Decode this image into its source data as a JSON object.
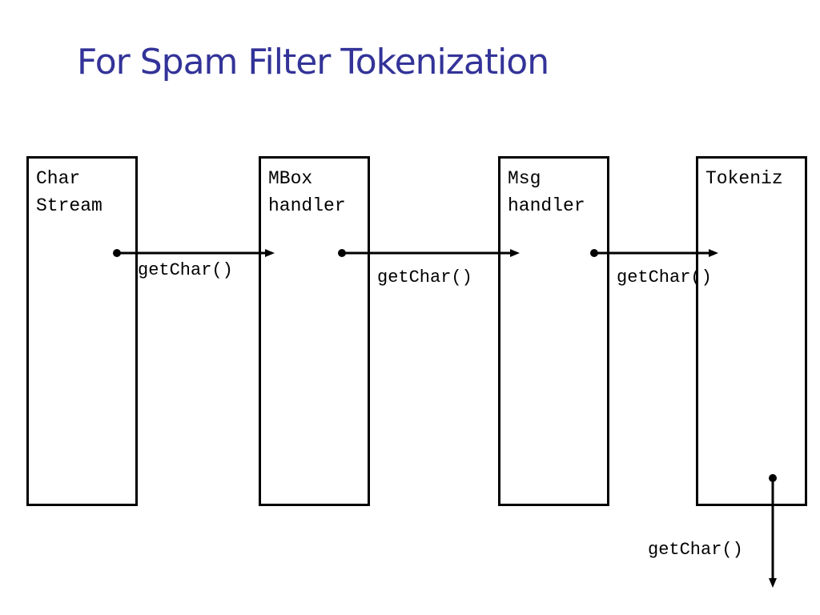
{
  "slide": {
    "title": "For Spam Filter Tokenization"
  },
  "diagram": {
    "boxes": [
      {
        "label": "Char\nStream"
      },
      {
        "label": "MBox\nhandler"
      },
      {
        "label": "Msg\nhandler"
      },
      {
        "label": "Tokeniz"
      }
    ],
    "calls": [
      {
        "label": "getChar()"
      },
      {
        "label": "getChar()"
      },
      {
        "label": "getChar()"
      },
      {
        "label": "getChar()"
      }
    ]
  }
}
